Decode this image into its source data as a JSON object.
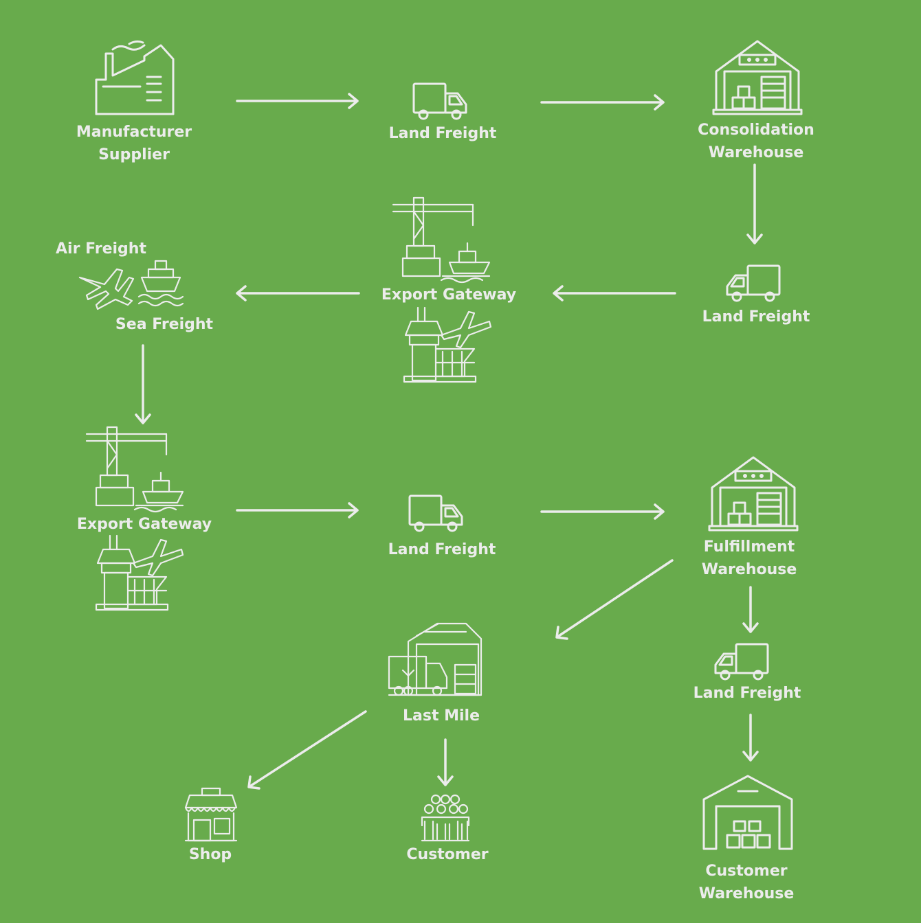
{
  "nodes": {
    "manufacturer": {
      "line1": "Manufacturer",
      "line2": "Supplier",
      "icon": "factory-icon"
    },
    "land1": {
      "label": "Land Freight",
      "icon": "truck-icon"
    },
    "consolidation": {
      "line1": "Consolidation",
      "line2": "Warehouse",
      "icon": "warehouse-icon"
    },
    "land2": {
      "label": "Land Freight",
      "icon": "truck-icon"
    },
    "export1": {
      "label": "Export Gateway",
      "icons": [
        "port-crane-icon",
        "airport-tower-icon"
      ]
    },
    "air_freight": {
      "label": "Air Freight",
      "icon": "airplane-icon"
    },
    "sea_freight": {
      "label": "Sea Freight",
      "icon": "ship-icon"
    },
    "export2": {
      "label": "Export Gateway",
      "icons": [
        "port-crane-icon",
        "airport-tower-icon"
      ]
    },
    "land3": {
      "label": "Land Freight",
      "icon": "truck-icon"
    },
    "fulfillment": {
      "line1": "Fulfillment",
      "line2": "Warehouse",
      "icon": "warehouse-icon"
    },
    "land4": {
      "label": "Land Freight",
      "icon": "truck-icon"
    },
    "customer_warehouse": {
      "line1": "Customer",
      "line2": "Warehouse",
      "icon": "warehouse-boxes-icon"
    },
    "last_mile": {
      "label": "Last Mile",
      "icon": "delivery-depot-icon"
    },
    "shop": {
      "label": "Shop",
      "icon": "shop-icon"
    },
    "customer": {
      "label": "Customer",
      "icon": "people-icon"
    }
  },
  "colors": {
    "background": "#68ab4c",
    "foreground": "#ececec"
  }
}
